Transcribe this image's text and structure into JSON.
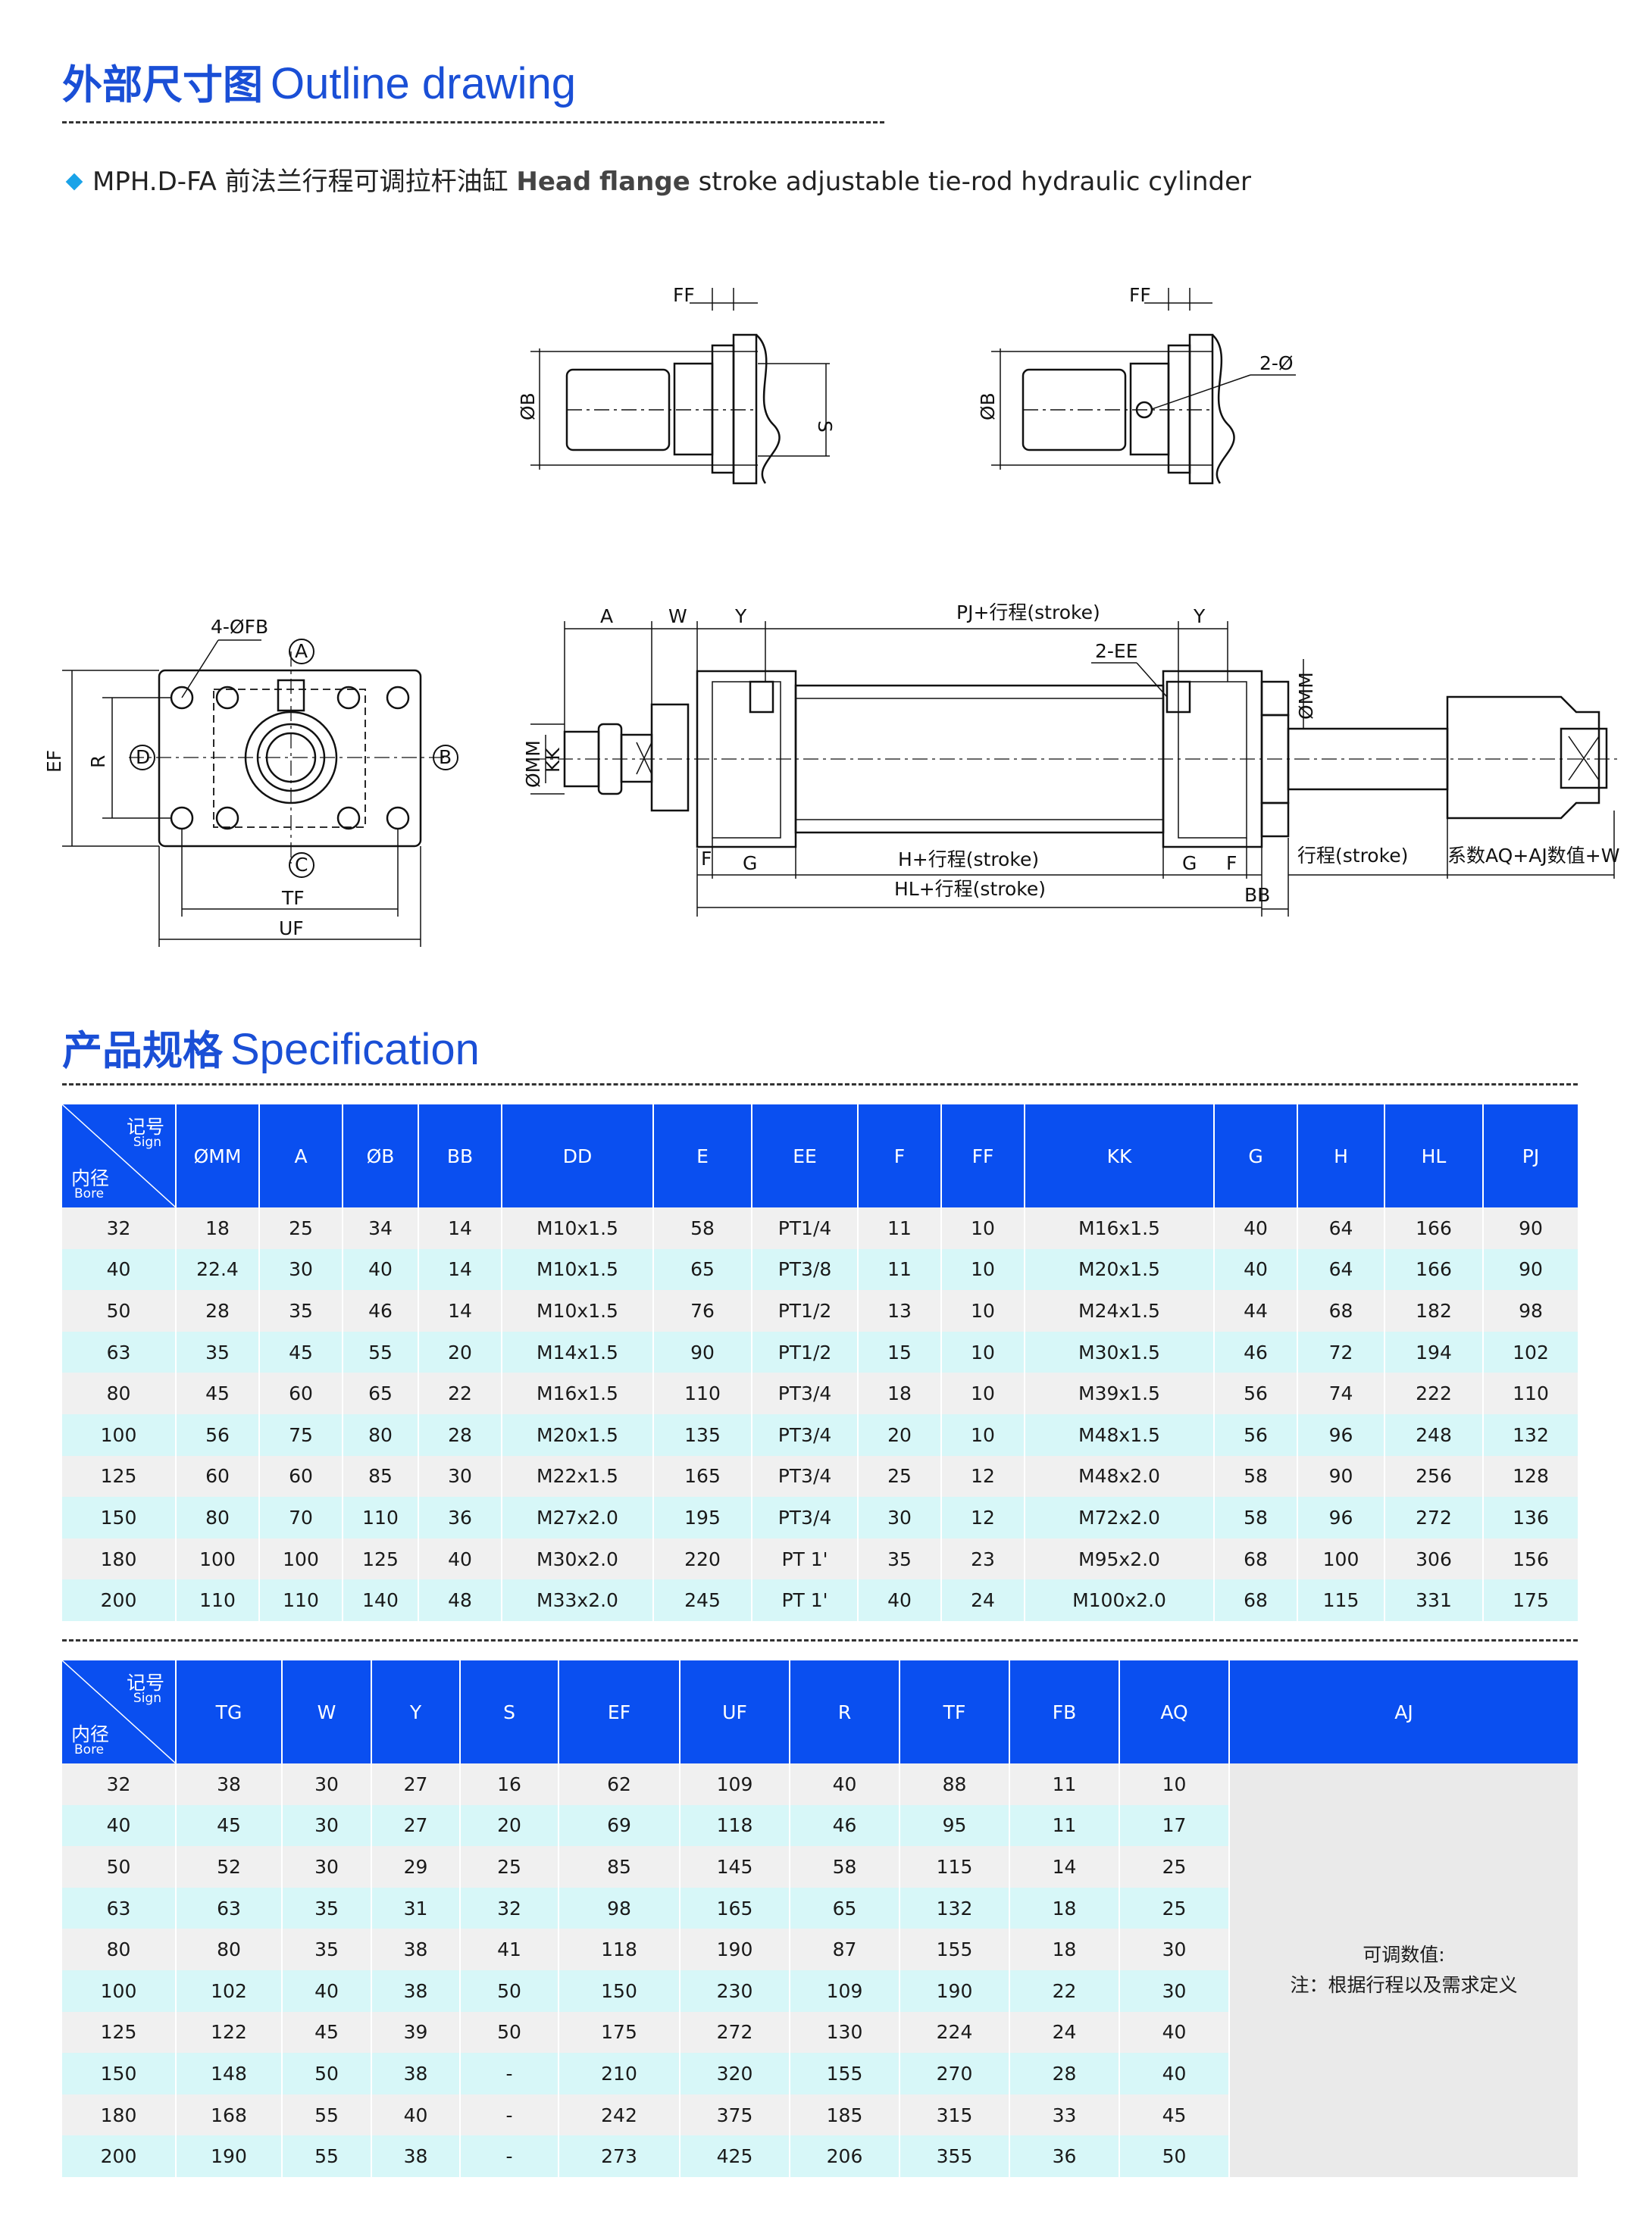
{
  "outline": {
    "title_cn": "外部尺寸图",
    "title_en": "Outline drawing",
    "subtitle_model": "MPH.D-FA",
    "subtitle_cn": "前法兰行程可调拉杆油缸",
    "subtitle_en_head": "Head",
    "subtitle_en_flange": "flange",
    "subtitle_en_rest": "stroke adjustable tie-rod hydraulic cylinder"
  },
  "drawing_labels": {
    "ff": "FF",
    "ob": "ØB",
    "s": "S",
    "two_phi": "2-Ø",
    "four_phi_fb": "4-ØFB",
    "a": "A",
    "w": "W",
    "y": "Y",
    "pj_stroke": "PJ+行程(stroke)",
    "two_ee": "2-EE",
    "omm": "ØMM",
    "kk": "KK",
    "ef": "EF",
    "r": "R",
    "circle_a": "A",
    "circle_b": "B",
    "circle_c": "C",
    "circle_d": "D",
    "tf": "TF",
    "uf": "UF",
    "f": "F",
    "g": "G",
    "h_stroke": "H+行程(stroke)",
    "hl_stroke": "HL+行程(stroke)",
    "bb": "BB",
    "stroke": "行程(stroke)",
    "aq_aj_w": "系数AQ+AJ数值+W"
  },
  "spec": {
    "title_cn": "产品规格",
    "title_en": "Specification",
    "corner": {
      "sign_cn": "记号",
      "sign_en": "Sign",
      "bore_cn": "内径",
      "bore_en": "Bore"
    },
    "table1": {
      "headers": [
        "ØMM",
        "A",
        "ØB",
        "BB",
        "DD",
        "E",
        "EE",
        "F",
        "FF",
        "KK",
        "G",
        "H",
        "HL",
        "PJ"
      ],
      "rows": [
        [
          "32",
          "18",
          "25",
          "34",
          "14",
          "M10x1.5",
          "58",
          "PT1/4",
          "11",
          "10",
          "M16x1.5",
          "40",
          "64",
          "166",
          "90"
        ],
        [
          "40",
          "22.4",
          "30",
          "40",
          "14",
          "M10x1.5",
          "65",
          "PT3/8",
          "11",
          "10",
          "M20x1.5",
          "40",
          "64",
          "166",
          "90"
        ],
        [
          "50",
          "28",
          "35",
          "46",
          "14",
          "M10x1.5",
          "76",
          "PT1/2",
          "13",
          "10",
          "M24x1.5",
          "44",
          "68",
          "182",
          "98"
        ],
        [
          "63",
          "35",
          "45",
          "55",
          "20",
          "M14x1.5",
          "90",
          "PT1/2",
          "15",
          "10",
          "M30x1.5",
          "46",
          "72",
          "194",
          "102"
        ],
        [
          "80",
          "45",
          "60",
          "65",
          "22",
          "M16x1.5",
          "110",
          "PT3/4",
          "18",
          "10",
          "M39x1.5",
          "56",
          "74",
          "222",
          "110"
        ],
        [
          "100",
          "56",
          "75",
          "80",
          "28",
          "M20x1.5",
          "135",
          "PT3/4",
          "20",
          "10",
          "M48x1.5",
          "56",
          "96",
          "248",
          "132"
        ],
        [
          "125",
          "60",
          "60",
          "85",
          "30",
          "M22x1.5",
          "165",
          "PT3/4",
          "25",
          "12",
          "M48x2.0",
          "58",
          "90",
          "256",
          "128"
        ],
        [
          "150",
          "80",
          "70",
          "110",
          "36",
          "M27x2.0",
          "195",
          "PT3/4",
          "30",
          "12",
          "M72x2.0",
          "58",
          "96",
          "272",
          "136"
        ],
        [
          "180",
          "100",
          "100",
          "125",
          "40",
          "M30x2.0",
          "220",
          "PT 1'",
          "35",
          "23",
          "M95x2.0",
          "68",
          "100",
          "306",
          "156"
        ],
        [
          "200",
          "110",
          "110",
          "140",
          "48",
          "M33x2.0",
          "245",
          "PT 1'",
          "40",
          "24",
          "M100x2.0",
          "68",
          "115",
          "331",
          "175"
        ]
      ]
    },
    "table2": {
      "headers": [
        "TG",
        "W",
        "Y",
        "S",
        "EF",
        "UF",
        "R",
        "TF",
        "FB",
        "AQ",
        "AJ"
      ],
      "rows": [
        [
          "32",
          "38",
          "30",
          "27",
          "16",
          "62",
          "109",
          "40",
          "88",
          "11",
          "10"
        ],
        [
          "40",
          "45",
          "30",
          "27",
          "20",
          "69",
          "118",
          "46",
          "95",
          "11",
          "17"
        ],
        [
          "50",
          "52",
          "30",
          "29",
          "25",
          "85",
          "145",
          "58",
          "115",
          "14",
          "25"
        ],
        [
          "63",
          "63",
          "35",
          "31",
          "32",
          "98",
          "165",
          "65",
          "132",
          "18",
          "25"
        ],
        [
          "80",
          "80",
          "35",
          "38",
          "41",
          "118",
          "190",
          "87",
          "155",
          "18",
          "30"
        ],
        [
          "100",
          "102",
          "40",
          "38",
          "50",
          "150",
          "230",
          "109",
          "190",
          "22",
          "30"
        ],
        [
          "125",
          "122",
          "45",
          "39",
          "50",
          "175",
          "272",
          "130",
          "224",
          "24",
          "40"
        ],
        [
          "150",
          "148",
          "50",
          "38",
          "-",
          "210",
          "320",
          "155",
          "270",
          "28",
          "40"
        ],
        [
          "180",
          "168",
          "55",
          "40",
          "-",
          "242",
          "375",
          "185",
          "315",
          "33",
          "45"
        ],
        [
          "200",
          "190",
          "55",
          "38",
          "-",
          "273",
          "425",
          "206",
          "355",
          "36",
          "50"
        ]
      ],
      "aj_note_line1": "可调数值:",
      "aj_note_line2": "注：根据行程以及需求定义"
    }
  }
}
